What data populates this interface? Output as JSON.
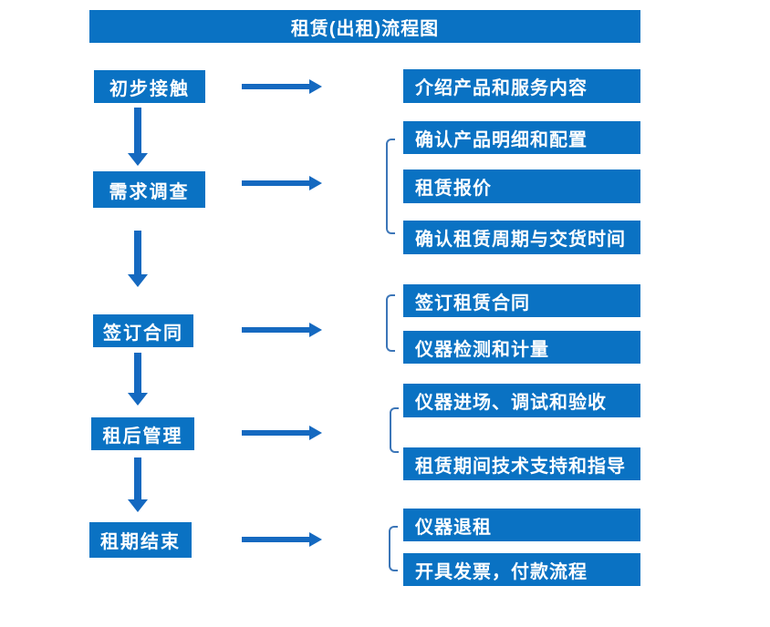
{
  "title": "租赁(出租)流程图",
  "colors": {
    "box_blue": "#0a72c3",
    "arrow_blue": "#1569c0",
    "bracket_blue": "#3c76b8",
    "text_white": "#ffffff"
  },
  "stages": [
    {
      "label": "初步接触",
      "outputs": [
        "介绍产品和服务内容"
      ]
    },
    {
      "label": "需求调查",
      "outputs": [
        "确认产品明细和配置",
        "租赁报价",
        "确认租赁周期与交货时间"
      ]
    },
    {
      "label": "签订合同",
      "outputs": [
        "签订租赁合同",
        "仪器检测和计量"
      ]
    },
    {
      "label": "租后管理",
      "outputs": [
        "仪器进场、调试和验收",
        "租赁期间技术支持和指导"
      ]
    },
    {
      "label": "租期结束",
      "outputs": [
        "仪器退租",
        "开具发票，付款流程"
      ]
    }
  ]
}
